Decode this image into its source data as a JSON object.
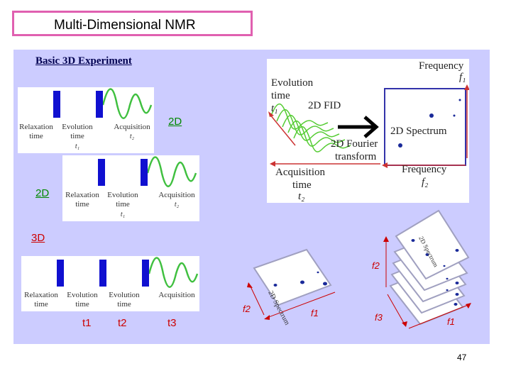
{
  "slide": {
    "title": "Multi-Dimensional  NMR",
    "subtitle": "Basic 3D Experiment",
    "page_number": "47"
  },
  "sequences": {
    "seq1": {
      "relaxation": "Relaxation\ntime",
      "evolution": "Evolution\ntime",
      "evolution_sub": "t₁",
      "acquisition": "Acquisition",
      "acquisition_sub": "t₂"
    },
    "seq2": {
      "relaxation": "Relaxation\ntime",
      "evolution": "Evolution\ntime",
      "evolution_sub": "t₁",
      "acquisition": "Acquisition",
      "acquisition_sub": "t₂"
    },
    "seq3": {
      "relaxation": "Relaxation\ntime",
      "evolution1": "Evolution\ntime",
      "evolution2": "Evolution\ntime",
      "acquisition": "Acquisition"
    }
  },
  "labels": {
    "label_2d_a": "2D",
    "label_2d_b": "2D",
    "label_3d": "3D",
    "t1": "t1",
    "t2": "t2",
    "t3": "t3"
  },
  "fourier_figure": {
    "evolution": "Evolution",
    "time": "time",
    "t1": "t₁",
    "fid": "2D FID",
    "fourier": "2D Fourier",
    "transform": "transform",
    "spectrum": "2D Spectrum",
    "frequency_top": "Frequency",
    "f1": "f₁",
    "frequency_bottom": "Frequency",
    "f2": "f₂",
    "acquisition": "Acquisition",
    "acq_time": "time",
    "t2": "t₂"
  },
  "plane_2d": {
    "spectrum_label": "2D Spectrum",
    "axis_f2": "f2",
    "axis_f1": "f1"
  },
  "stack_3d": {
    "spectrum_label": "2D Spectrum",
    "axis_f2": "f2",
    "axis_f3": "f3",
    "axis_f1": "f1"
  },
  "colors": {
    "accent_pink": "#e060b0",
    "panel": "#ccccff",
    "pulse_blue": "#1010d0",
    "fid_green": "#40c040",
    "red": "#cc0000"
  }
}
